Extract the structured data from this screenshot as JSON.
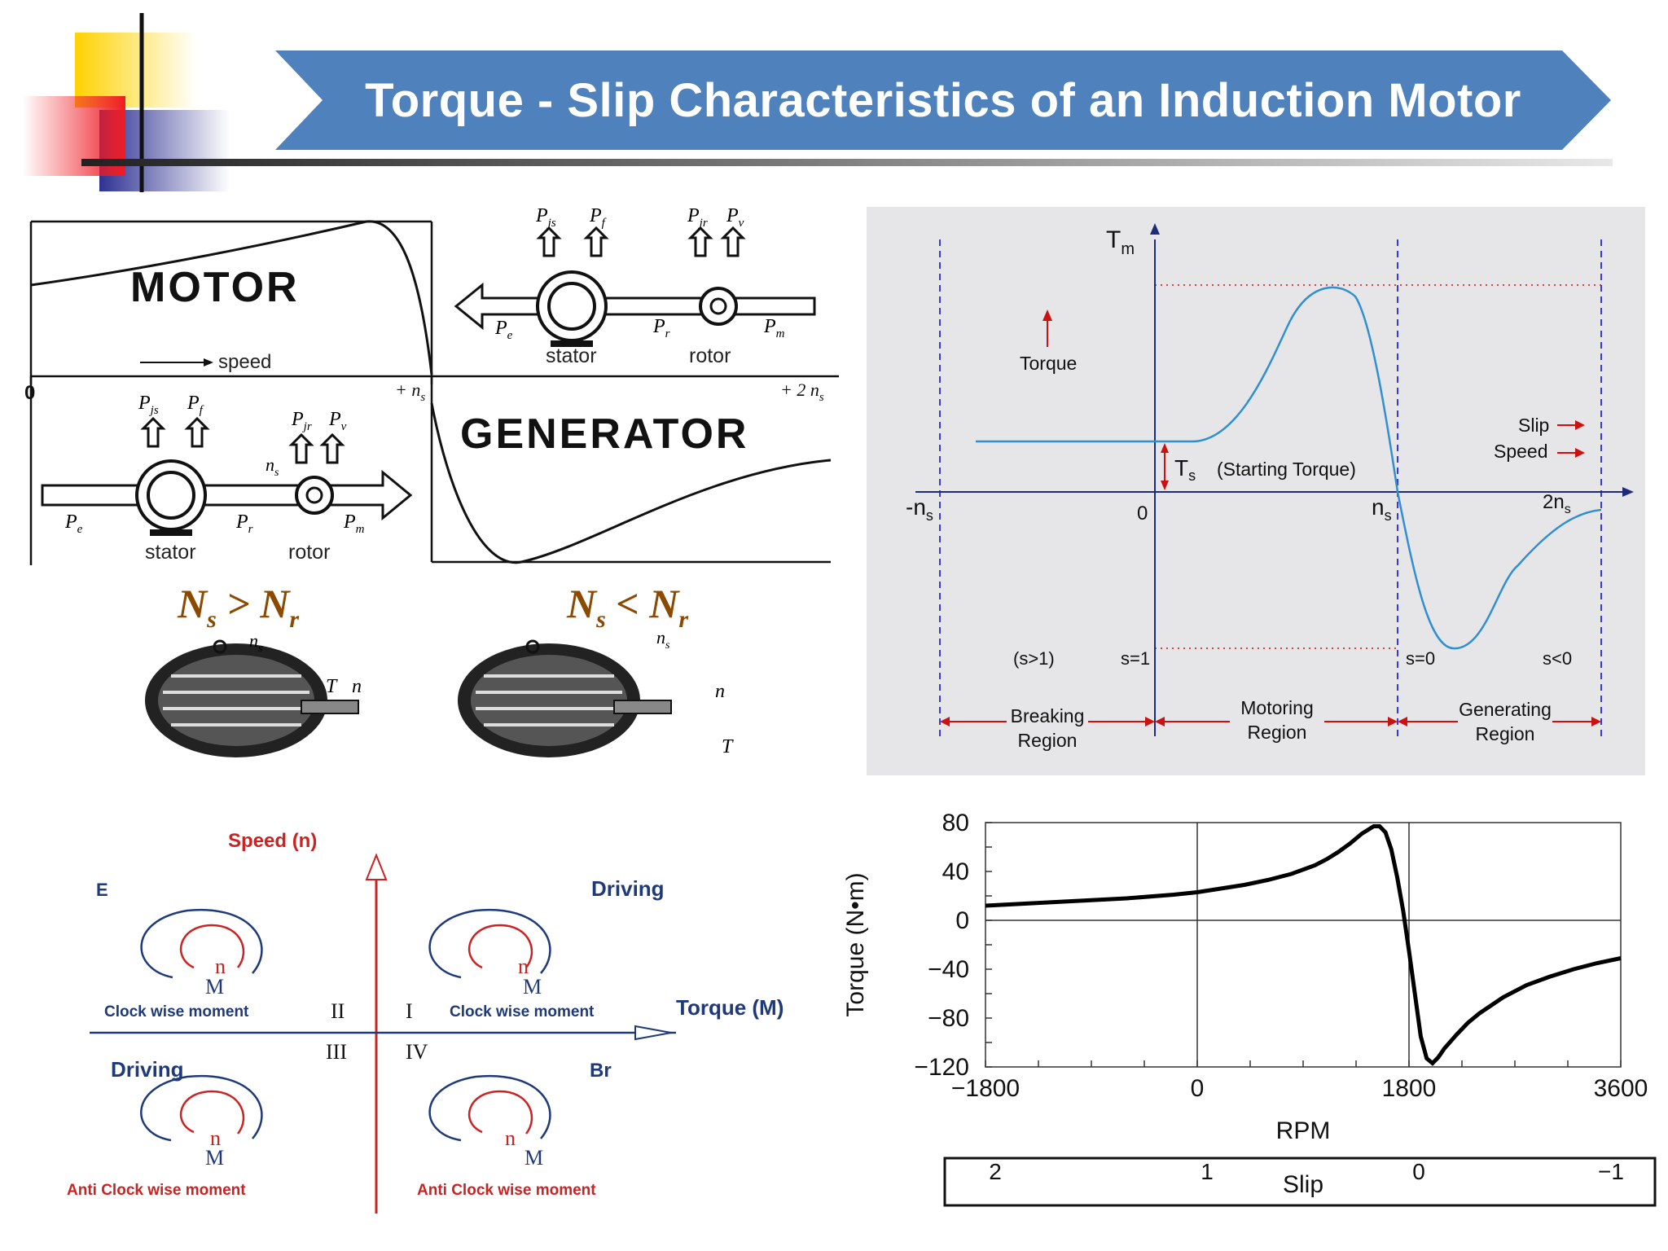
{
  "slide": {
    "title": "Torque - Slip Characteristics of an Induction Motor",
    "colors": {
      "banner": "#4f81bd",
      "deco_yellow": "#ffd200",
      "deco_red": "#ee1c25",
      "deco_blue": "#2e3192"
    }
  },
  "motor_generator": {
    "motor_label": "MOTOR",
    "generator_label": "GENERATOR",
    "speed_label": "speed",
    "axis_zero": "0",
    "axis_ns": "+ n",
    "axis_ns_sub": "s",
    "axis_2ns": "+ 2 n",
    "axis_2ns_sub": "s",
    "top_flow": {
      "Pe": "P",
      "Pe_sub": "e",
      "Pr": "P",
      "Pr_sub": "r",
      "Pm": "P",
      "Pm_sub": "m",
      "Pjs": "P",
      "Pjs_sub": "js",
      "Pf": "P",
      "Pf_sub": "f",
      "Pjr": "P",
      "Pjr_sub": "jr",
      "Pv": "P",
      "Pv_sub": "v",
      "stator": "stator",
      "rotor": "rotor"
    },
    "bottom_flow": {
      "Pe": "P",
      "Pe_sub": "e",
      "Pr": "P",
      "Pr_sub": "r",
      "Pm": "P",
      "Pm_sub": "m",
      "Pjs": "P",
      "Pjs_sub": "js",
      "Pf": "P",
      "Pf_sub": "f",
      "Pjr": "P",
      "Pjr_sub": "jr",
      "Pv": "P",
      "Pv_sub": "v",
      "ns": "n",
      "ns_sub": "s",
      "stator": "stator",
      "rotor": "rotor"
    }
  },
  "motors": {
    "left_condition": {
      "N1": "N",
      "s": "s",
      "op": " > ",
      "N2": "N",
      "r": "r"
    },
    "right_condition": {
      "N1": "N",
      "s": "s",
      "op": " < ",
      "N2": "N",
      "r": "r"
    },
    "left_labels": {
      "ns": "n",
      "ns_sub": "s",
      "T": "T",
      "n": "n"
    },
    "right_labels": {
      "ns": "n",
      "ns_sub": "s",
      "T": "T",
      "n": "n"
    },
    "color_condition": "#8b4a00"
  },
  "torque_diagram": {
    "tm": "T",
    "tm_sub": "m",
    "torque_label": "Torque",
    "slip_label": "Slip",
    "speed_label": "Speed",
    "ts": "T",
    "ts_sub": "s",
    "starting_torque": "(Starting Torque)",
    "neg_ns": "-n",
    "neg_ns_sub": "s",
    "zero": "0",
    "ns": "n",
    "ns_sub": "s",
    "two_ns": "2n",
    "two_ns_sub": "s",
    "s_gt_1": "(s>1)",
    "s_eq_1": "s=1",
    "s_eq_0": "s=0",
    "s_lt_0": "s<0",
    "breaking": [
      "Breaking",
      "Region"
    ],
    "motoring": [
      "Motoring",
      "Region"
    ],
    "generating": [
      "Generating",
      "Region"
    ],
    "colors": {
      "curve": "#2f8fd0",
      "axis": "#1c2c7a",
      "marker": "#cc1111",
      "dashed": "#3a3acf"
    }
  },
  "quadrants": {
    "speed_label": "Speed (n)",
    "torque_label": "Torque (M)",
    "q2_top": "E",
    "q1_top": "Driving",
    "q3_top": "Driving",
    "q4_top": "Br",
    "roman": [
      "I",
      "II",
      "III",
      "IV"
    ],
    "clockwise": "Clock wise  moment",
    "anticlockwise": "Anti Clock wise  moment",
    "n": "n",
    "M": "M",
    "colors": {
      "blue": "#1f3a7a",
      "red": "#cc2222"
    }
  },
  "chart_data": {
    "type": "line",
    "title": "",
    "xlabel": "RPM",
    "ylabel": "Torque (N•m)",
    "xlim": [
      -1800,
      3600
    ],
    "ylim": [
      -120,
      80
    ],
    "x_ticks": [
      "−1800",
      "0",
      "1800",
      "3600"
    ],
    "y_ticks": [
      "80",
      "40",
      "0",
      "−40",
      "−80",
      "−120"
    ],
    "secondary_axis": {
      "label": "Slip",
      "ticks": [
        "2",
        "1",
        "0",
        "−1"
      ]
    },
    "series": [
      {
        "x": [
          -1800,
          -1400,
          -1000,
          -600,
          -200,
          0,
          200,
          400,
          600,
          800,
          1000,
          1100,
          1200,
          1300,
          1400,
          1500,
          1550,
          1600,
          1650,
          1700,
          1750,
          1800,
          1850,
          1900,
          1950,
          2000,
          2050,
          2100,
          2200,
          2300,
          2400,
          2600,
          2800,
          3000,
          3200,
          3400,
          3600
        ],
        "y": [
          12,
          14,
          16,
          18,
          21,
          23,
          26,
          29,
          33,
          38,
          45,
          50,
          56,
          63,
          71,
          77,
          77,
          72,
          58,
          35,
          8,
          -25,
          -60,
          -95,
          -113,
          -117,
          -112,
          -105,
          -94,
          -84,
          -76,
          -63,
          -53,
          -46,
          -40,
          -35,
          -31
        ]
      }
    ]
  }
}
